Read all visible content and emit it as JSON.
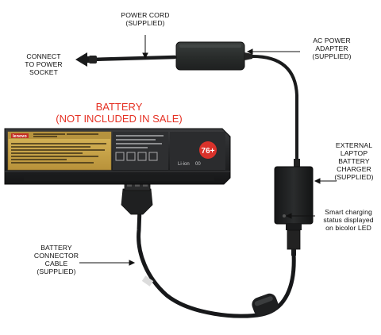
{
  "labels": {
    "power_cord": "POWER CORD\n(SUPPLIED)",
    "connect_socket": "CONNECT\nTO POWER\nSOCKET",
    "ac_adapter": "AC POWER\nADAPTER\n(SUPPLIED)",
    "battery_title": "BATTERY\n(NOT INCLUDED IN SALE)",
    "external_charger": "EXTERNAL\nLAPTOP\nBATTERY\nCHARGER\n(SUPPLIED)",
    "smart_charging": "Smart charging\nstatus displayed\non bicolor LED",
    "battery_connector": "BATTERY\nCONNECTOR\nCABLE\n(SUPPLIED)"
  },
  "battery_label": {
    "brand": "lenovo",
    "sticker": "76+",
    "chem": "Li-ion",
    "recycle_code": "00"
  },
  "colors": {
    "title_red": "#e53124",
    "battery_sticker_red": "#d9322b",
    "battery_label_gold": "#c9a54a",
    "device_black": "#1d1f20",
    "cable_black": "#17181a"
  }
}
